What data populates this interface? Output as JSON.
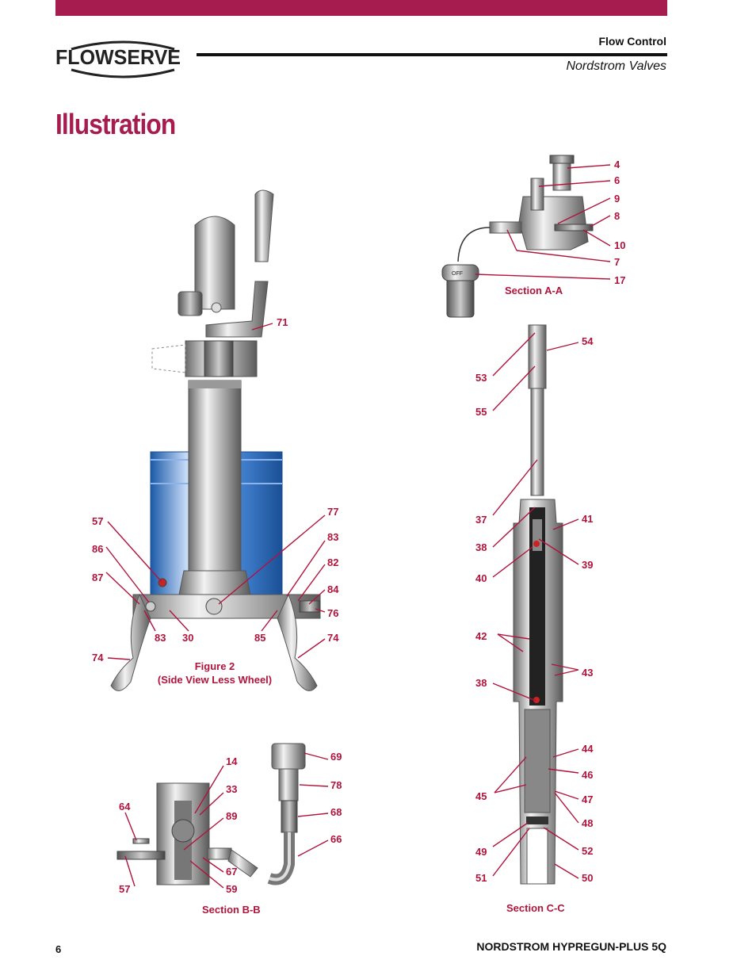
{
  "header": {
    "brand": "FLOWSERVE",
    "line1": "Flow Control",
    "line2": "Nordstrom Valves"
  },
  "page_title": "Illustration",
  "footer": {
    "page_number": "6",
    "document_name": "NORDSTROM HYPREGUN-PLUS 5Q"
  },
  "captions": {
    "fig2_line1": "Figure  2",
    "fig2_line2": "(Side View Less Wheel)",
    "section_aa": "Section  A-A",
    "section_bb": "Section B-B",
    "section_cc": "Section C-C",
    "off_label": "OFF"
  },
  "callouts": {
    "fig2": [
      "71",
      "77",
      "83",
      "82",
      "84",
      "76",
      "74",
      "85",
      "57",
      "86",
      "87",
      "83",
      "30",
      "74"
    ],
    "section_aa": [
      "4",
      "6",
      "9",
      "8",
      "10",
      "7",
      "17"
    ],
    "section_bb": [
      "14",
      "33",
      "89",
      "64",
      "67",
      "59",
      "57",
      "69",
      "78",
      "68",
      "66"
    ],
    "section_cc": [
      "54",
      "53",
      "55",
      "37",
      "41",
      "38",
      "39",
      "40",
      "42",
      "43",
      "38",
      "44",
      "46",
      "45",
      "47",
      "48",
      "49",
      "52",
      "51",
      "50"
    ]
  },
  "colors": {
    "accent": "#a61c4e",
    "callout": "#b0143c",
    "bucket": "#2a6fc0"
  }
}
